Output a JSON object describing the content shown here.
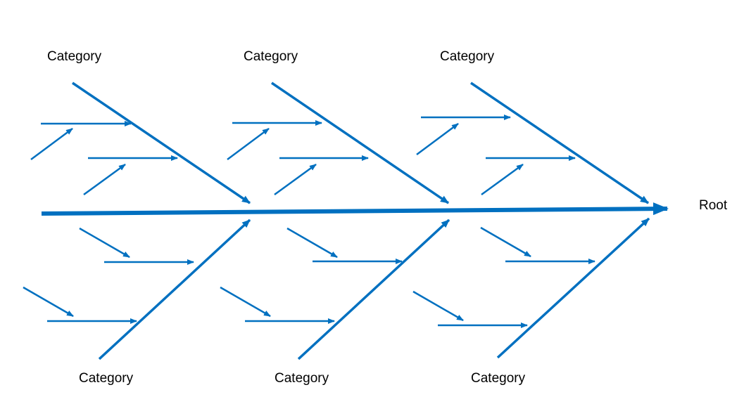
{
  "diagram": {
    "type": "fishbone",
    "color": "#0070c0",
    "root_label": "Root",
    "categories": [
      {
        "label": "Category",
        "side": "top",
        "bone_index": 0
      },
      {
        "label": "Category",
        "side": "top",
        "bone_index": 1
      },
      {
        "label": "Category",
        "side": "top",
        "bone_index": 2
      },
      {
        "label": "Category",
        "side": "bottom",
        "bone_index": 0
      },
      {
        "label": "Category",
        "side": "bottom",
        "bone_index": 1
      },
      {
        "label": "Category",
        "side": "bottom",
        "bone_index": 2
      }
    ]
  }
}
